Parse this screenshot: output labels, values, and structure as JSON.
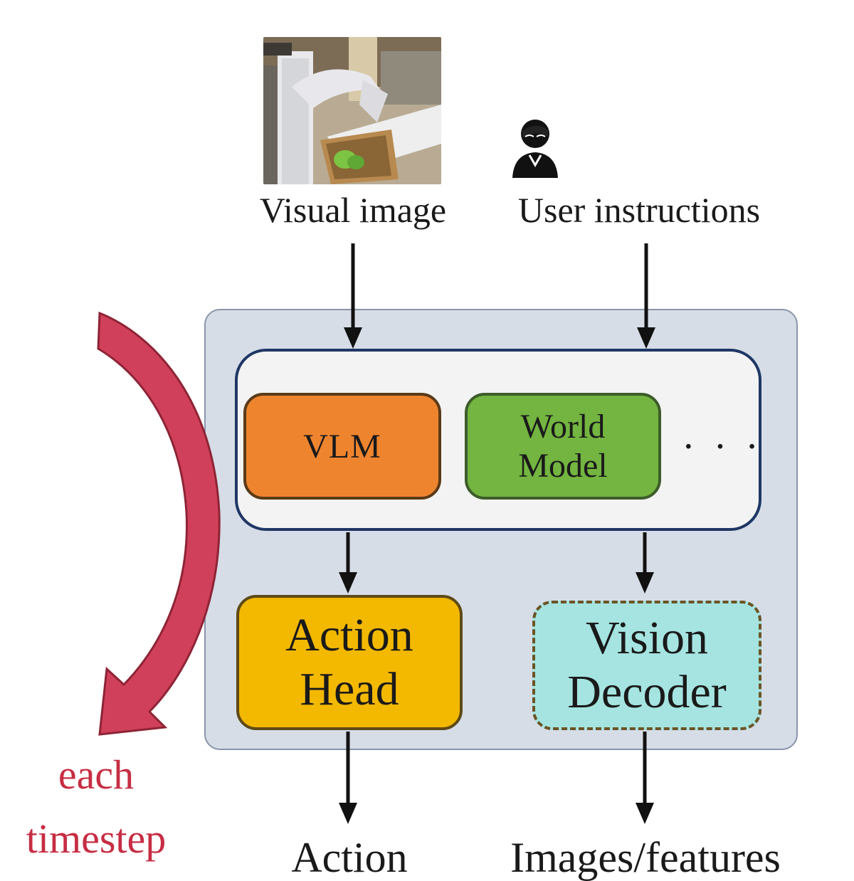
{
  "inputs": {
    "visual_image_label": "Visual image",
    "user_instructions_label": "User instructions"
  },
  "model_group": {
    "vlm_label": "VLM",
    "world_model_line1": "World",
    "world_model_line2": "Model",
    "ellipsis": "· · ·"
  },
  "heads": {
    "action_head_line1": "Action",
    "action_head_line2": "Head",
    "vision_decoder_line1": "Vision",
    "vision_decoder_line2": "Decoder"
  },
  "outputs": {
    "action_label": "Action",
    "images_features_label": "Images/features"
  },
  "loop": {
    "line1": "each",
    "line2": "timestep"
  },
  "colors": {
    "framework_bg": "#d6dde7",
    "vlm": "#ef842f",
    "world_model": "#73b540",
    "action_head": "#f3b800",
    "vision_decoder": "#a5e4e1",
    "loop_arrow": "#d1405a"
  },
  "icons": {
    "visual_input": "robot-arm-photo",
    "user_input": "person-icon"
  }
}
